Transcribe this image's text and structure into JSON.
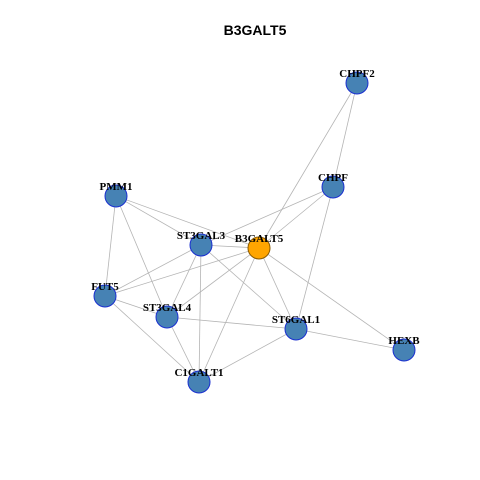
{
  "title": "B3GALT5",
  "colors": {
    "node_fill": "#4682b4",
    "node_stroke": "#1a2fd0",
    "highlight_fill": "#ffa500",
    "highlight_stroke": "#8a5a00",
    "edge": "#b4b4b4"
  },
  "graph": {
    "highlight": "B3GALT5",
    "nodes": [
      "CHPF2",
      "PMM1",
      "CHPF",
      "ST3GAL3",
      "B3GALT5",
      "FUT5",
      "ST3GAL4",
      "ST6GAL1",
      "HEXB",
      "C1GALT1"
    ],
    "edges": [
      [
        "CHPF2",
        "B3GALT5"
      ],
      [
        "CHPF2",
        "CHPF"
      ],
      [
        "CHPF",
        "ST3GAL3"
      ],
      [
        "CHPF",
        "B3GALT5"
      ],
      [
        "CHPF",
        "ST6GAL1"
      ],
      [
        "PMM1",
        "ST3GAL3"
      ],
      [
        "PMM1",
        "B3GALT5"
      ],
      [
        "PMM1",
        "FUT5"
      ],
      [
        "PMM1",
        "ST3GAL4"
      ],
      [
        "ST3GAL3",
        "B3GALT5"
      ],
      [
        "ST3GAL3",
        "FUT5"
      ],
      [
        "ST3GAL3",
        "ST3GAL4"
      ],
      [
        "ST3GAL3",
        "ST6GAL1"
      ],
      [
        "ST3GAL3",
        "C1GALT1"
      ],
      [
        "B3GALT5",
        "FUT5"
      ],
      [
        "B3GALT5",
        "ST3GAL4"
      ],
      [
        "B3GALT5",
        "ST6GAL1"
      ],
      [
        "B3GALT5",
        "HEXB"
      ],
      [
        "B3GALT5",
        "C1GALT1"
      ],
      [
        "FUT5",
        "ST3GAL4"
      ],
      [
        "FUT5",
        "C1GALT1"
      ],
      [
        "ST3GAL4",
        "ST6GAL1"
      ],
      [
        "ST3GAL4",
        "C1GALT1"
      ],
      [
        "ST6GAL1",
        "HEXB"
      ],
      [
        "ST6GAL1",
        "C1GALT1"
      ]
    ]
  }
}
